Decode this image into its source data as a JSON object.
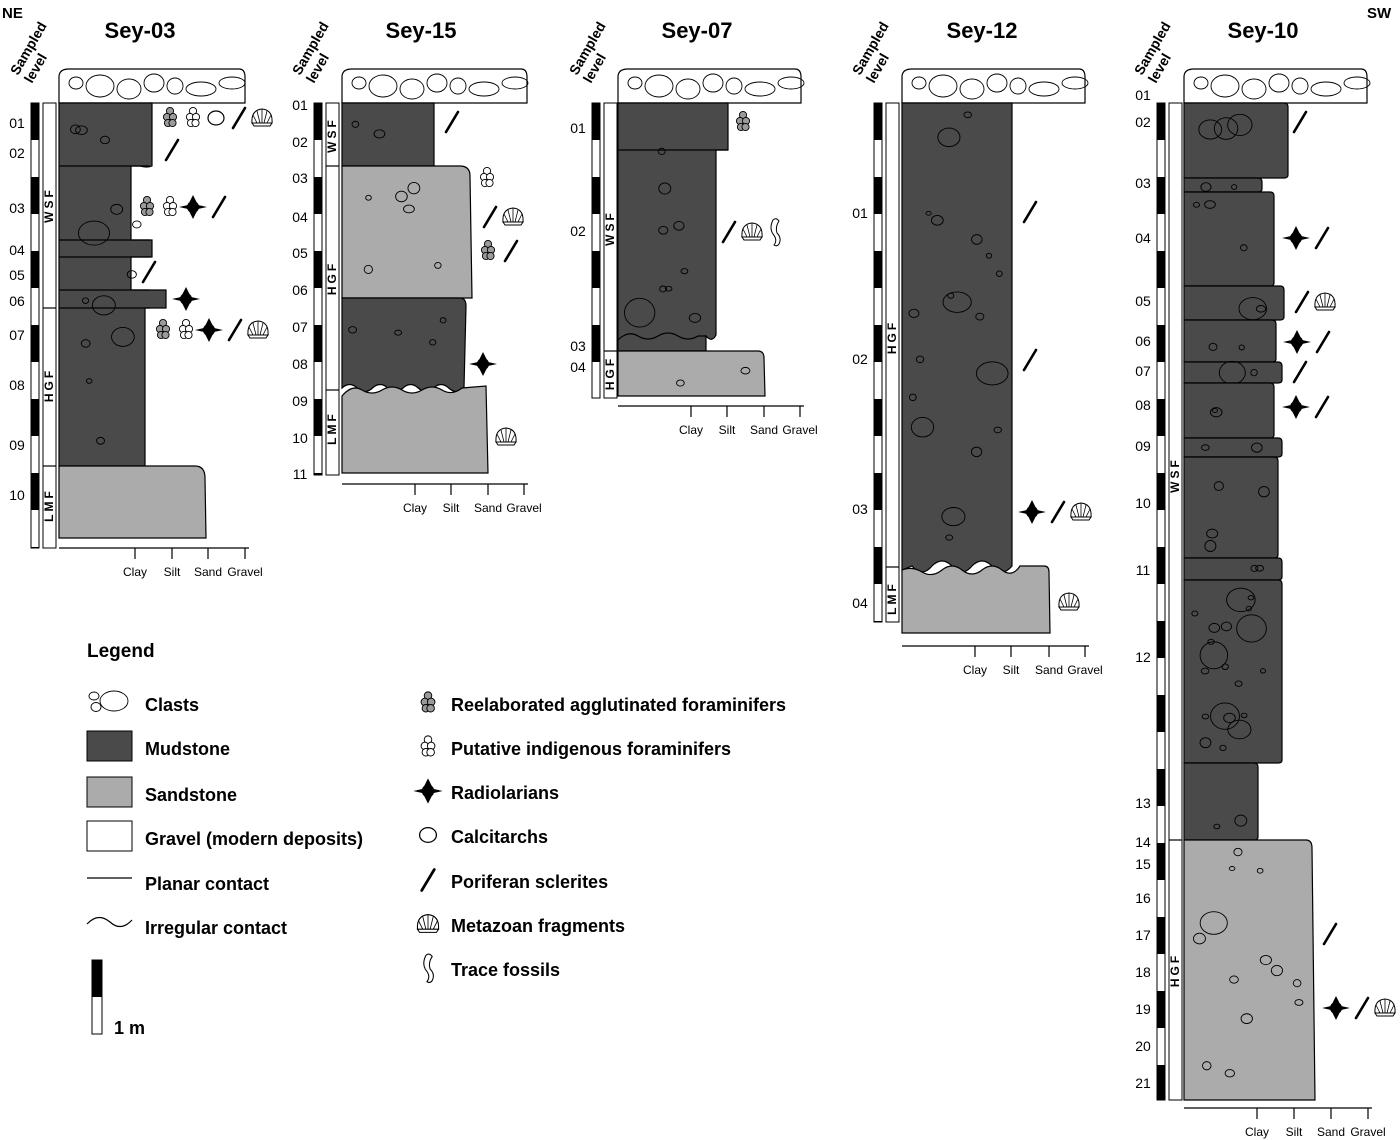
{
  "orientation": {
    "left": "NE",
    "right": "SW"
  },
  "sampled_level_label": "Sampled level",
  "grain_size_labels": [
    "Clay",
    "Silt",
    "Sand",
    "Gravel"
  ],
  "lithology_colors": {
    "mudstone": "#4a4a4a",
    "sandstone": "#ababab",
    "gravel": "#ffffff"
  },
  "logs": [
    {
      "name": "Sey-03",
      "levels": [
        "01",
        "02",
        "03",
        "04",
        "05",
        "06",
        "07",
        "08",
        "09",
        "10"
      ],
      "facies": [
        "WSF",
        "HGF",
        "LMF"
      ]
    },
    {
      "name": "Sey-15",
      "levels": [
        "01",
        "02",
        "03",
        "04",
        "05",
        "06",
        "07",
        "08",
        "09",
        "10",
        "11"
      ],
      "facies": [
        "WSF",
        "HGF",
        "LMF"
      ]
    },
    {
      "name": "Sey-07",
      "levels": [
        "01",
        "02",
        "03",
        "04"
      ],
      "facies": [
        "WSF",
        "HGF"
      ]
    },
    {
      "name": "Sey-12",
      "levels": [
        "01",
        "02",
        "03",
        "04"
      ],
      "facies": [
        "HGF",
        "LMF"
      ]
    },
    {
      "name": "Sey-10",
      "levels": [
        "01",
        "02",
        "03",
        "04",
        "05",
        "06",
        "07",
        "08",
        "09",
        "10",
        "11",
        "12",
        "13",
        "14",
        "15",
        "16",
        "17",
        "18",
        "19",
        "20",
        "21"
      ],
      "facies": [
        "WSF",
        "HGF"
      ]
    }
  ],
  "legend": {
    "title": "Legend",
    "lithology": [
      {
        "symbol": "clasts-icon",
        "label": "Clasts"
      },
      {
        "symbol": "mudstone-swatch",
        "label": "Mudstone"
      },
      {
        "symbol": "sandstone-swatch",
        "label": "Sandstone"
      },
      {
        "symbol": "gravel-swatch",
        "label": "Gravel (modern deposits)"
      },
      {
        "symbol": "planar-contact-line",
        "label": "Planar contact"
      },
      {
        "symbol": "irregular-contact-line",
        "label": "Irregular contact"
      }
    ],
    "fossils": [
      {
        "symbol": "reelaborated-foram-icon",
        "label": "Reelaborated agglutinated foraminifers"
      },
      {
        "symbol": "indigenous-foram-icon",
        "label": "Putative indigenous foraminifers"
      },
      {
        "symbol": "radiolarian-icon",
        "label": "Radiolarians"
      },
      {
        "symbol": "calcitarch-icon",
        "label": "Calcitarchs"
      },
      {
        "symbol": "sclerite-icon",
        "label": "Poriferan sclerites"
      },
      {
        "symbol": "metazoan-icon",
        "label": "Metazoan fragments"
      },
      {
        "symbol": "trace-fossil-icon",
        "label": "Trace fossils"
      }
    ],
    "scale_label": "1 m"
  }
}
